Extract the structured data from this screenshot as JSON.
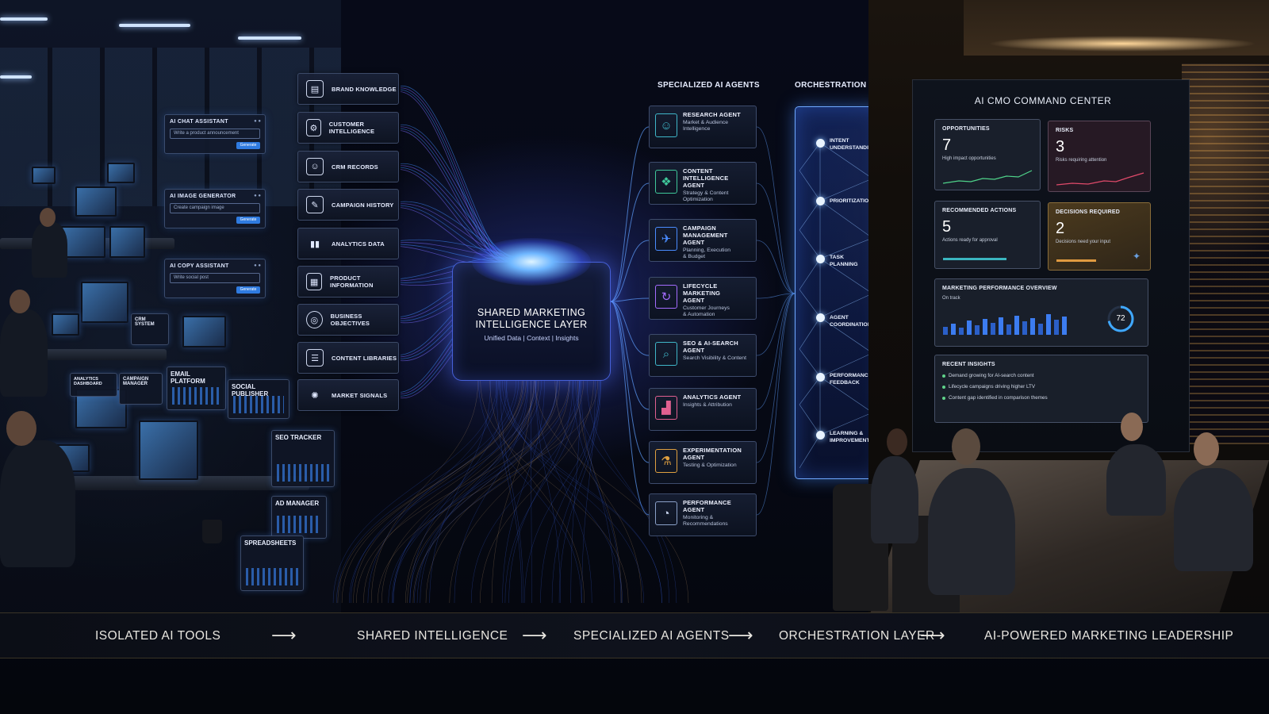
{
  "tools": [
    {
      "title": "AI CHAT ASSISTANT",
      "input": "Write a product announcement",
      "button": "Generate"
    },
    {
      "title": "AI IMAGE GENERATOR",
      "input": "Create campaign image",
      "button": "Generate"
    },
    {
      "title": "AI COPY ASSISTANT",
      "input": "Write social post",
      "button": "Generate"
    }
  ],
  "office_apps": [
    "EMAIL PLATFORM",
    "SOCIAL PUBLISHER",
    "SEO TRACKER",
    "AD MANAGER",
    "SPREADSHEETS",
    "CRM SYSTEM",
    "ANALYTICS DASHBOARD",
    "CAMPAIGN MANAGER"
  ],
  "sources": [
    {
      "label": "BRAND KNOWLEDGE",
      "icon": "book-icon"
    },
    {
      "label": "CUSTOMER INTELLIGENCE",
      "icon": "user-gear-icon"
    },
    {
      "label": "CRM RECORDS",
      "icon": "users-icon"
    },
    {
      "label": "CAMPAIGN HISTORY",
      "icon": "document-icon"
    },
    {
      "label": "ANALYTICS DATA",
      "icon": "bar-chart-icon"
    },
    {
      "label": "PRODUCT INFORMATION",
      "icon": "grid-icon"
    },
    {
      "label": "BUSINESS OBJECTIVES",
      "icon": "target-icon"
    },
    {
      "label": "CONTENT LIBRARIES",
      "icon": "list-icon"
    },
    {
      "label": "MARKET SIGNALS",
      "icon": "signal-icon"
    }
  ],
  "core": {
    "title_line1": "SHARED MARKETING",
    "title_line2": "INTELLIGENCE LAYER",
    "subtitle": "Unified Data | Context | Insights"
  },
  "agents_header": "SPECIALIZED AI AGENTS",
  "agents": [
    {
      "name": "RESEARCH AGENT",
      "desc1": "Market & Audience",
      "desc2": "Intelligence",
      "color": "#3fb6c8",
      "icon": "researcher-icon"
    },
    {
      "name": "CONTENT INTELLIGENCE",
      "name2": "AGENT",
      "desc1": "Strategy & Content",
      "desc2": "Optimization",
      "color": "#3fc89a",
      "icon": "brain-icon"
    },
    {
      "name": "CAMPAIGN MANAGEMENT",
      "name2": "AGENT",
      "desc1": "Planning, Execution",
      "desc2": "& Budget",
      "color": "#4a8cff",
      "icon": "rocket-icon"
    },
    {
      "name": "LIFECYCLE MARKETING",
      "name2": "AGENT",
      "desc1": "Customer Journeys",
      "desc2": "& Automation",
      "color": "#a46cff",
      "icon": "cycle-icon"
    },
    {
      "name": "SEO & AI-SEARCH AGENT",
      "desc1": "Search Visibility & Content",
      "color": "#3fb6c8",
      "icon": "search-icon"
    },
    {
      "name": "ANALYTICS AGENT",
      "desc1": "Insights & Attribution",
      "color": "#e06090",
      "icon": "chart-icon"
    },
    {
      "name": "EXPERIMENTATION AGENT",
      "desc1": "Testing & Optimization",
      "color": "#e0a040",
      "icon": "flask-icon"
    },
    {
      "name": "PERFORMANCE AGENT",
      "desc1": "Monitoring & Recommendations",
      "color": "#8aa0c8",
      "icon": "gauge-icon"
    }
  ],
  "orchestration": {
    "header": "ORCHESTRATION LAYER",
    "steps": [
      {
        "l1": "INTENT",
        "l2": "UNDERSTANDING"
      },
      {
        "l1": "PRIORITIZATION"
      },
      {
        "l1": "TASK",
        "l2": "PLANNING"
      },
      {
        "l1": "AGENT",
        "l2": "COORDINATION"
      },
      {
        "l1": "PERFORMANCE",
        "l2": "FEEDBACK"
      },
      {
        "l1": "LEARNING &",
        "l2": "IMPROVEMENT"
      }
    ]
  },
  "command_center": {
    "title": "AI CMO COMMAND CENTER",
    "opportunities": {
      "title": "OPPORTUNITIES",
      "value": "7",
      "desc": "High impact opportunities"
    },
    "risks": {
      "title": "RISKS",
      "value": "3",
      "desc": "Risks requiring attention"
    },
    "actions": {
      "title": "RECOMMENDED ACTIONS",
      "value": "5",
      "desc": "Actions ready for approval"
    },
    "decisions": {
      "title": "DECISIONS REQUIRED",
      "value": "2",
      "desc": "Decisions need your input"
    },
    "performance": {
      "title": "MARKETING PERFORMANCE OVERVIEW",
      "status": "On track",
      "score": "72",
      "score_fraction": 0.72
    },
    "insights": {
      "title": "RECENT INSIGHTS",
      "items": [
        "Demand growing for AI-search content",
        "Lifecycle campaigns driving higher LTV",
        "Content gap identified in comparison themes"
      ]
    }
  },
  "flow": [
    "ISOLATED AI TOOLS",
    "SHARED INTELLIGENCE",
    "SPECIALIZED AI AGENTS",
    "ORCHESTRATION LAYER",
    "AI-POWERED MARKETING LEADERSHIP"
  ],
  "colors": {
    "accent": "#4a7bff",
    "orchestration": "#6fa8ff",
    "decision": "#8a6d3a",
    "positive": "#5fd38a",
    "risk": "#e04a6a"
  }
}
